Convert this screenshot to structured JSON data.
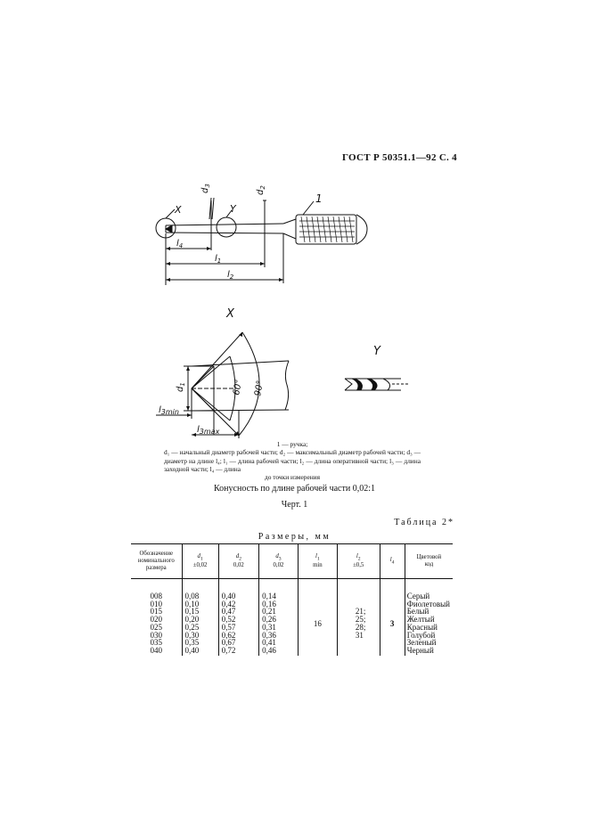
{
  "header": "ГОСТ Р 50351.1—92 С. 4",
  "drawing1": {
    "labels": {
      "X": "X",
      "Y": "Y",
      "d3": "d",
      "d3sub": "3",
      "d2": "d",
      "d2sub": "2",
      "one": "1",
      "l4": "l",
      "l4sub": "4",
      "l1": "l",
      "l1sub": "1",
      "l2": "l",
      "l2sub": "2"
    }
  },
  "detail_x": {
    "title": "X",
    "labels": {
      "d1": "d",
      "d1sub": "1",
      "angle60": "60°",
      "angle90": "90°",
      "l3min": "l",
      "l3minsub": "3min",
      "l3max": "l",
      "l3maxsub": "3max"
    }
  },
  "detail_y": {
    "title": "Y"
  },
  "legend": {
    "line1": "1 — ручка;",
    "text": "d₁ — начальный диаметр рабочей части; d₂ — максимальный диаметр рабочей части; d₃ — диаметр на длине l₄; l₁ — длина рабочей части; l₂ — длина оперативной части; l₃ — длина заходной части; l₄ — длина",
    "last": "до точки измерения"
  },
  "taper_note": "Конусность по длине рабочей части 0,02:1",
  "figure_caption": "Черт. 1",
  "table_number": "Таблица 2*",
  "table_caption": "Размеры, мм",
  "table": {
    "headers": {
      "designation": [
        "Обозначение",
        "номинального",
        "размера"
      ],
      "d1": [
        "d",
        "1",
        "±0,02"
      ],
      "d2": [
        "d",
        "2",
        "0,02"
      ],
      "d3": [
        "d",
        "3",
        "0,02"
      ],
      "l1": [
        "l",
        "1",
        "min"
      ],
      "l2": [
        "l",
        "2",
        "±0,5"
      ],
      "l4": [
        "l",
        "4"
      ],
      "color": [
        "Цветовой",
        "код"
      ]
    },
    "rows": [
      {
        "code": "008",
        "d1": "0,08",
        "d2": "0,40",
        "d3": "0,14",
        "l2": "",
        "color": "Серый"
      },
      {
        "code": "010",
        "d1": "0,10",
        "d2": "0,42",
        "d3": "0,16",
        "l2": "",
        "color": "Фиолетовый"
      },
      {
        "code": "015",
        "d1": "0,15",
        "d2": "0,47",
        "d3": "0,21",
        "l2": "21;",
        "color": "Белый"
      },
      {
        "code": "020",
        "d1": "0,20",
        "d2": "0,52",
        "d3": "0,26",
        "l2": "25;",
        "color": "Желтый"
      },
      {
        "code": "025",
        "d1": "0,25",
        "d2": "0,57",
        "d3": "0,31",
        "l2": "28;",
        "color": "Красный"
      },
      {
        "code": "030",
        "d1": "0,30",
        "d2": "0,62",
        "d3": "0,36",
        "l2": "31",
        "color": "Голубой"
      },
      {
        "code": "035",
        "d1": "0,35",
        "d2": "0,67",
        "d3": "0,41",
        "l2": "",
        "color": "Зеленый"
      },
      {
        "code": "040",
        "d1": "0,40",
        "d2": "0,72",
        "d3": "0,46",
        "l2": "",
        "color": "Черный"
      }
    ],
    "l1_value": "16",
    "l4_value": "3"
  }
}
